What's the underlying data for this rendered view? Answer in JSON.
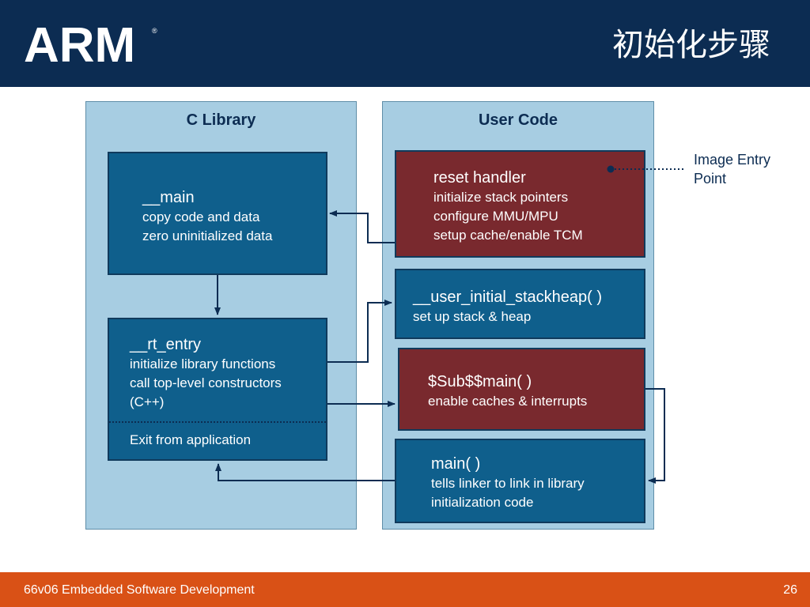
{
  "slide": {
    "logo": "ARM",
    "title": "初始化步骤"
  },
  "diagram": {
    "c_library": {
      "title": "C Library",
      "main": {
        "title": "__main",
        "lines": [
          "copy code and data",
          "zero uninitialized data"
        ]
      },
      "rt_entry": {
        "title": "__rt_entry",
        "lines": [
          "initialize library functions",
          "call top-level constructors",
          "(C++)"
        ],
        "exit": "Exit from application"
      }
    },
    "user_code": {
      "title": "User Code",
      "reset_handler": {
        "title": "reset handler",
        "lines": [
          "initialize stack pointers",
          "configure MMU/MPU",
          "setup cache/enable TCM"
        ]
      },
      "stackheap": {
        "title": "__user_initial_stackheap( )",
        "lines": [
          "set up stack & heap"
        ]
      },
      "sub_main": {
        "title": "$Sub$$main( )",
        "lines": [
          "enable caches & interrupts"
        ]
      },
      "main": {
        "title": "main( )",
        "lines": [
          "tells linker to link in library",
          "initialization code"
        ]
      }
    },
    "entry_point_label": [
      "Image Entry",
      "Point"
    ]
  },
  "colors": {
    "header": "#0c2c52",
    "panel": "#a7cde2",
    "blue_box": "#0f5f8c",
    "red_box": "#79292e",
    "footer": "#d95116"
  },
  "footer": {
    "course": "66v06 Embedded Software Development",
    "page": "26"
  }
}
